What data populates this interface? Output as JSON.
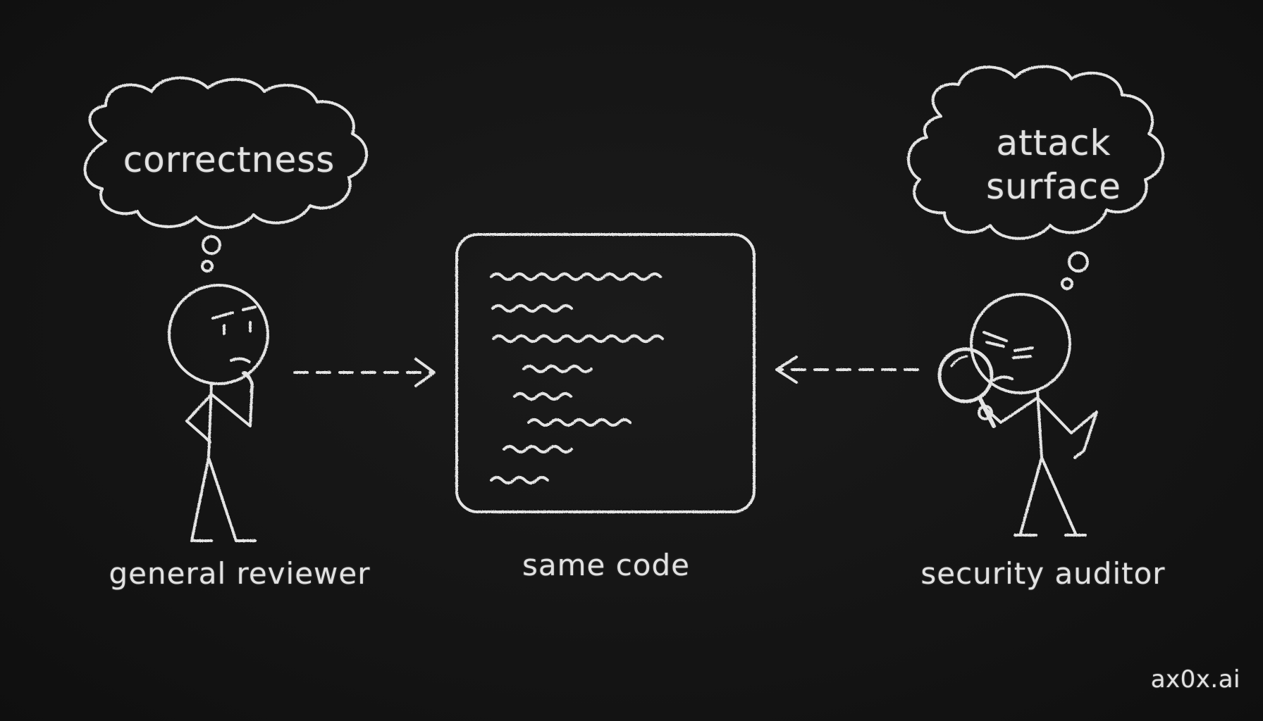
{
  "left_thought": "correctness",
  "right_thought": [
    "attack",
    "surface"
  ],
  "labels": {
    "left": "general reviewer",
    "center": "same code",
    "right": "security auditor"
  },
  "watermark": "ax0x.ai",
  "colors": {
    "background": "#141414",
    "chalk": "#e4e4e4"
  },
  "icons": [
    "thought-cloud-icon",
    "stick-figure-icon",
    "code-window-icon",
    "dashed-arrow-icon",
    "magnifying-glass-icon"
  ]
}
